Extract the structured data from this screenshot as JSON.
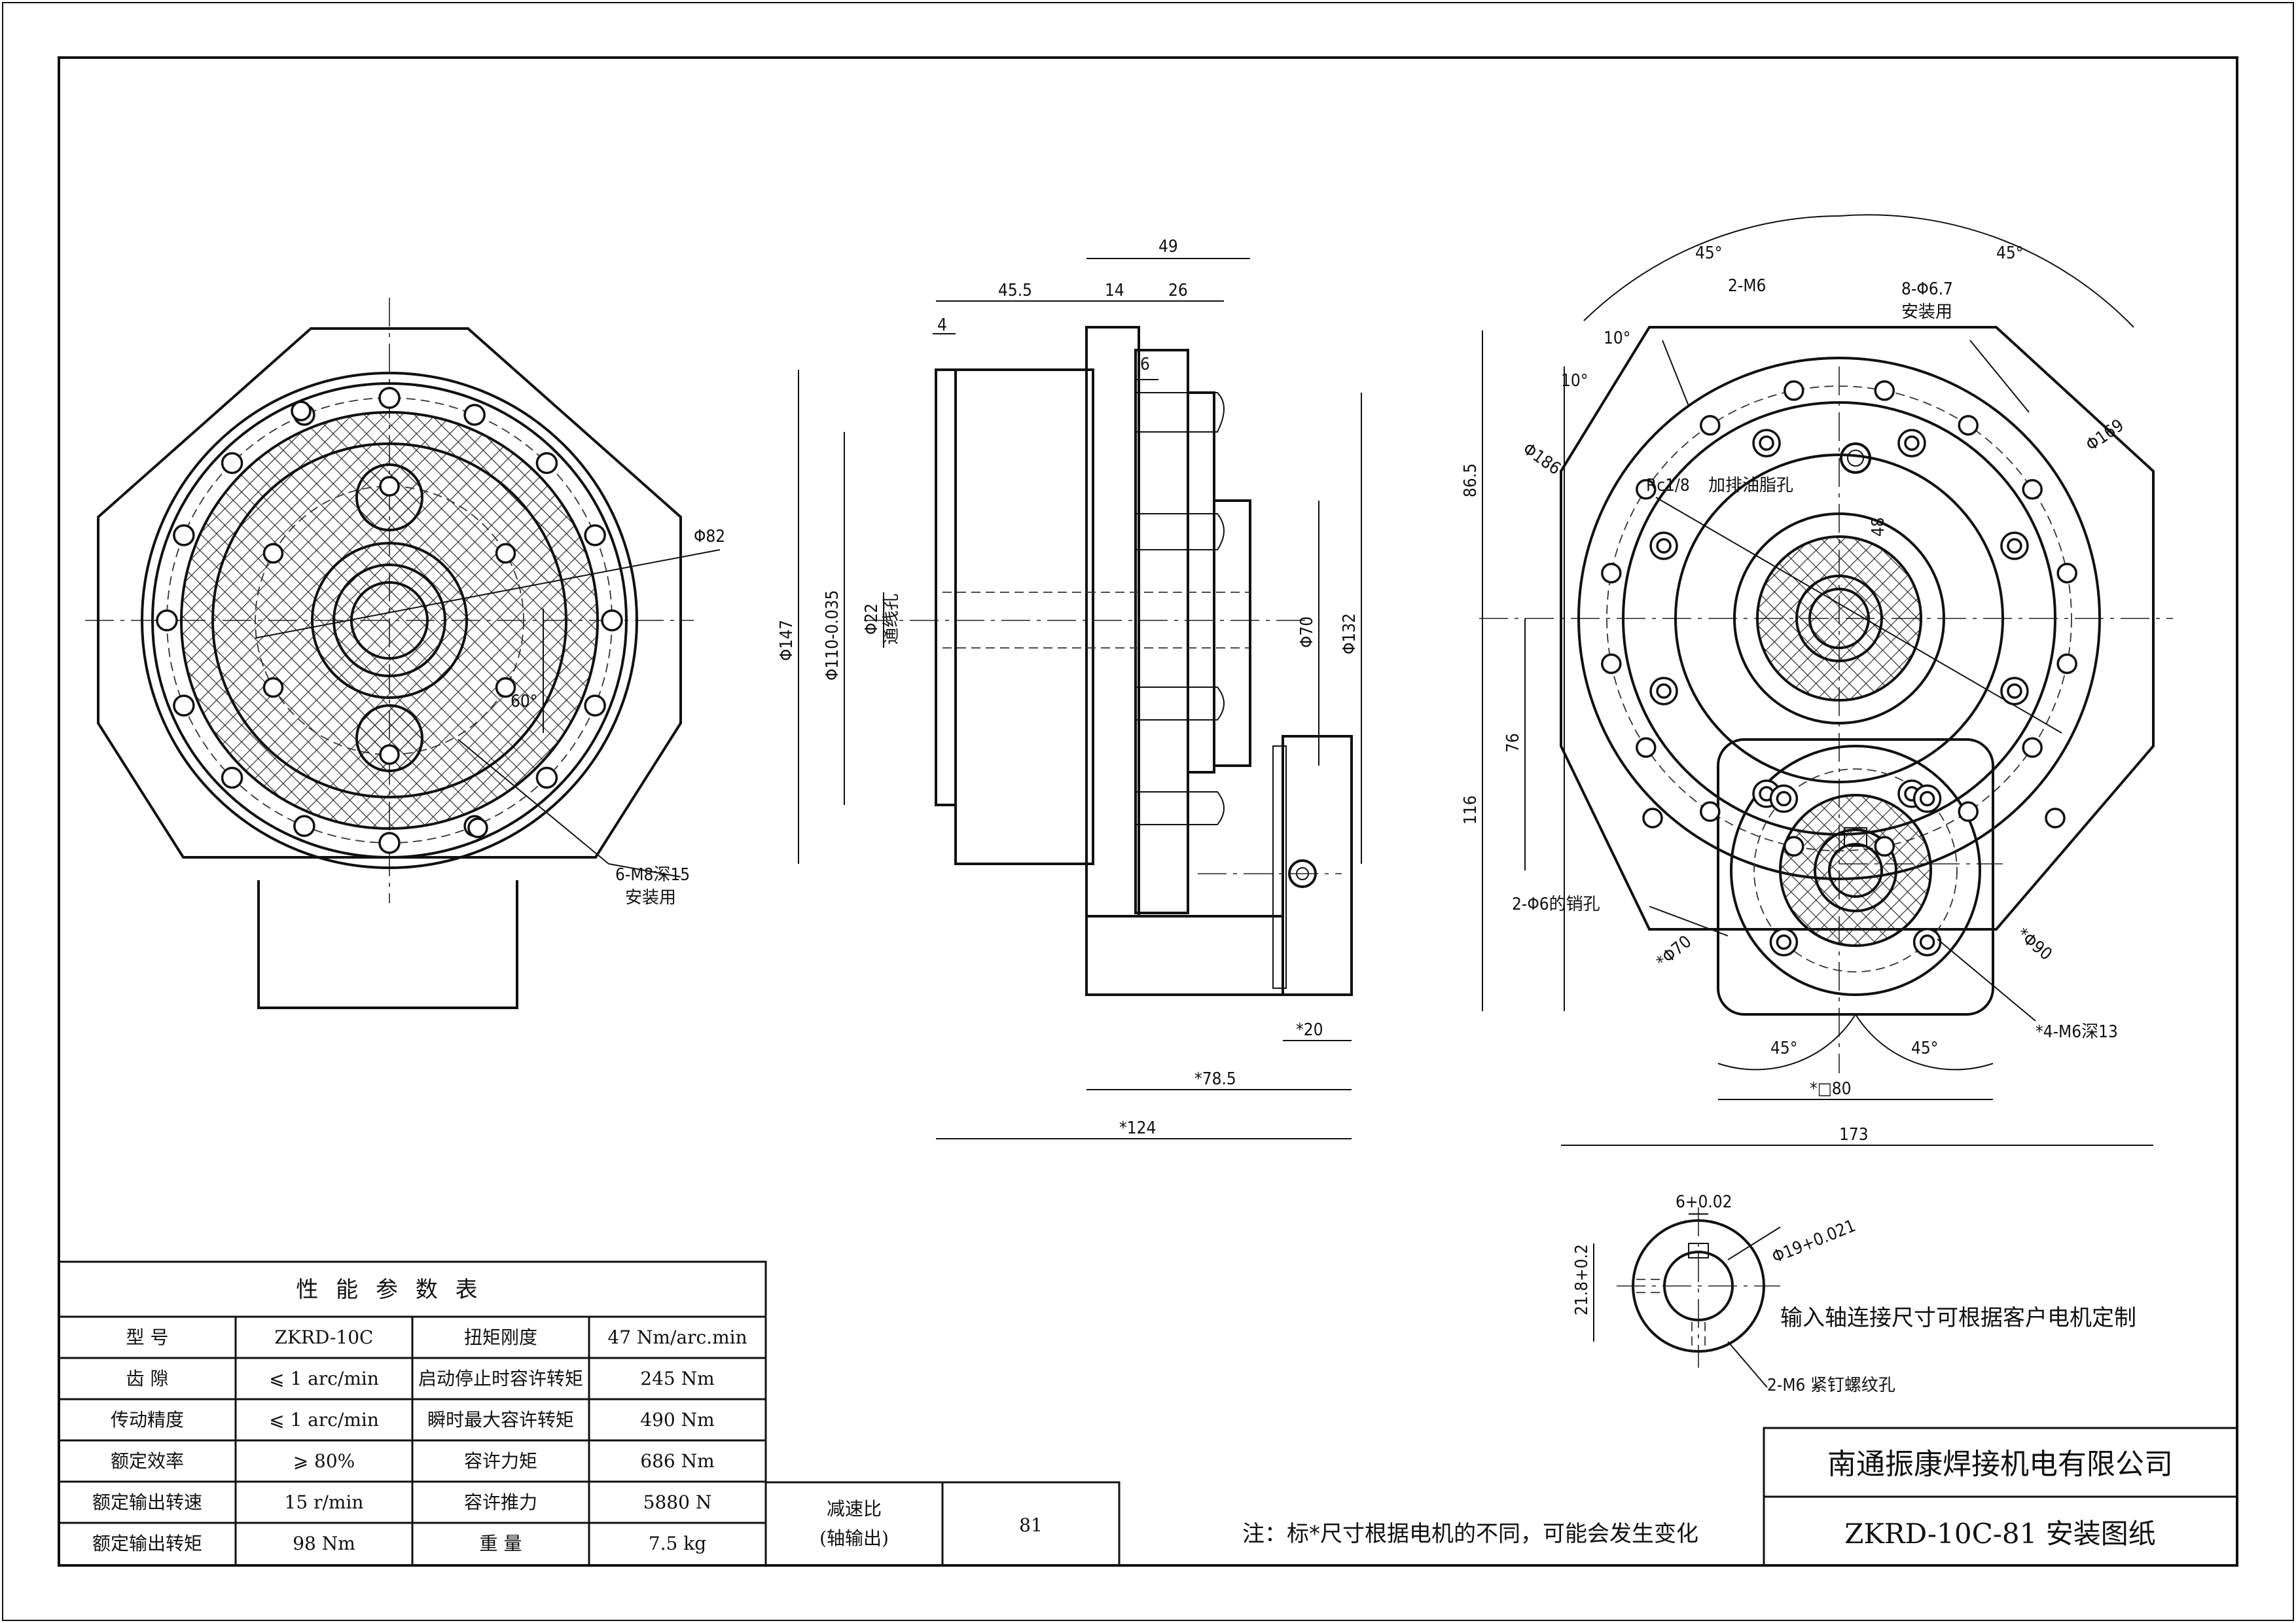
{
  "performance_table": {
    "title": "性 能 参 数 表",
    "rows": [
      [
        "型 号",
        "ZKRD-10C",
        "扭矩刚度",
        "47 Nm/arc.min"
      ],
      [
        "齿 隙",
        "⩽  1 arc/min",
        "启动停止时容许转矩",
        "245 Nm"
      ],
      [
        "传动精度",
        "⩽  1 arc/min",
        "瞬时最大容许转矩",
        "490 Nm"
      ],
      [
        "额定效率",
        "⩾  80%",
        "容许力矩",
        "686 Nm"
      ],
      [
        "额定输出转速",
        "15 r/min",
        "容许推力",
        "5880 N"
      ],
      [
        "额定输出转矩",
        "98 Nm",
        "重 量",
        "7.5 kg"
      ]
    ]
  },
  "ratio": {
    "label_line1": "减速比",
    "label_line2": "(轴输出)",
    "value": "81"
  },
  "note": "注：标*尺寸根据电机的不同，可能会发生变化",
  "title_block": {
    "company": "南通振康焊接机电有限公司",
    "drawing_title": "ZKRD-10C-81  安装图纸"
  },
  "shaft_note": "输入轴连接尺寸可根据客户电机定制",
  "front_view_dims": {
    "d82": "Φ82",
    "a60": "60°",
    "m8": "6-M8深15",
    "m8_use": "安装用"
  },
  "side_view_dims": {
    "d49": "49",
    "d45_5": "45.5",
    "d14": "14",
    "d26": "26",
    "d4": "4",
    "d6": "6",
    "d147": "Φ147",
    "d110": "Φ110-0.035",
    "d22": "Φ22",
    "d22_note": "通线孔",
    "d70": "Φ70",
    "d132": "Φ132",
    "d20": "*20",
    "d78_5": "*78.5",
    "d124": "*124"
  },
  "end_view_dims": {
    "a45_left": "45°",
    "a45_right": "45°",
    "m6": "2-M6",
    "d6_7": "8-Φ6.7",
    "d6_7_use": "安装用",
    "a10a": "10°",
    "a10b": "10°",
    "d186": "Φ186",
    "d169": "Φ169",
    "rc": "Rc1/8",
    "rc_note": "加排油脂孔",
    "d48": "48",
    "d86_5": "86.5",
    "d76": "76",
    "d116": "116",
    "pin": "2-Φ6的销孔",
    "d70s": "*Φ70",
    "d90s": "*Φ90",
    "m6b": "*4-M6深13",
    "a45_bl": "45°",
    "a45_br": "45°",
    "sq80": "*□80",
    "d173": "173"
  },
  "shaft_detail_dims": {
    "key": "6+0.02",
    "bore": "Φ19+0.021",
    "depth": "21.8+0.2",
    "screw": "2-M6 紧钉螺纹孔"
  }
}
